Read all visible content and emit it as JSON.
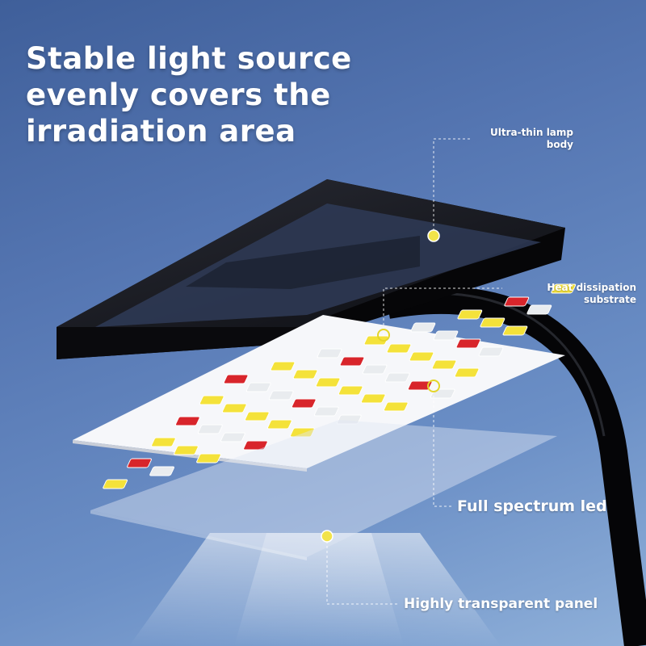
{
  "headline": {
    "line1": "Stable light source",
    "line2": "evenly covers the",
    "line3": "irradiation area"
  },
  "callouts": {
    "lamp_body": {
      "line1": "Ultra-thin lamp",
      "line2": "body"
    },
    "heat": {
      "line1": "Heat dissipation",
      "line2": "substrate"
    },
    "led": "Full spectrum led",
    "panel": "Highly transparent panel"
  },
  "colors": {
    "led_yellow": "#f4e23a",
    "led_red": "#d8252b",
    "led_white": "#e9ecef",
    "marker": "#f2e34a",
    "lamp_body": "#0b0c10"
  }
}
